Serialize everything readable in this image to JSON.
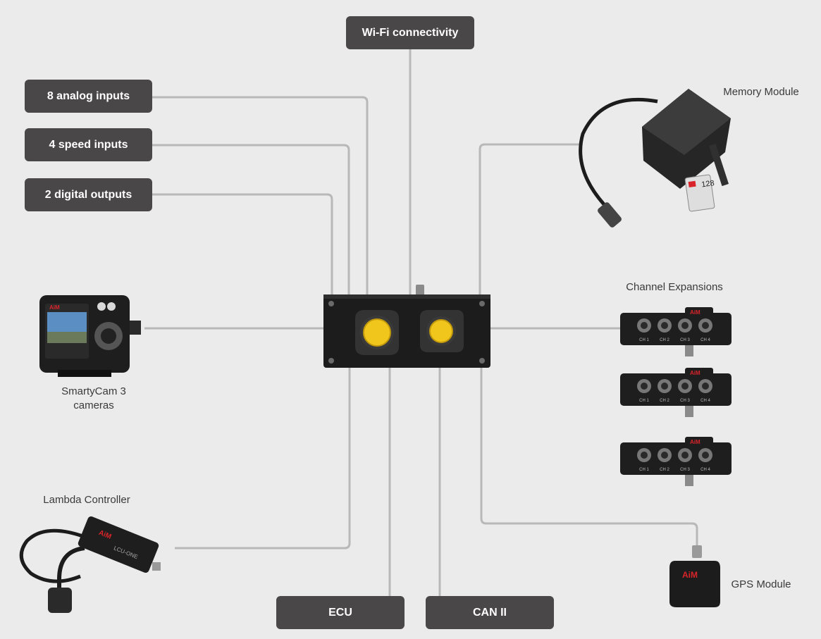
{
  "boxes": {
    "wifi": "Wi-Fi connectivity",
    "analog": "8 analog inputs",
    "speed": "4 speed inputs",
    "digital": "2 digital outputs",
    "ecu": "ECU",
    "can": "CAN II"
  },
  "labels": {
    "memory_module": "Memory Module",
    "channel_expansions": "Channel Expansions",
    "smartycam_line1": "SmartyCam 3",
    "smartycam_line2": "cameras",
    "lambda_controller": "Lambda Controller",
    "gps_module": "GPS Module"
  },
  "device_text": {
    "brand": "AiM",
    "lcu": "LCU-ONE",
    "sd_capacity": "128",
    "channels": [
      "CH 1",
      "CH 2",
      "CH 3",
      "CH 4"
    ]
  },
  "colors": {
    "background": "#ebebeb",
    "box": "#4a4748",
    "line": "#b8b8b8",
    "device": "#1c1c1c",
    "connector": "#f0c51c",
    "brand_red": "#d8242a"
  }
}
